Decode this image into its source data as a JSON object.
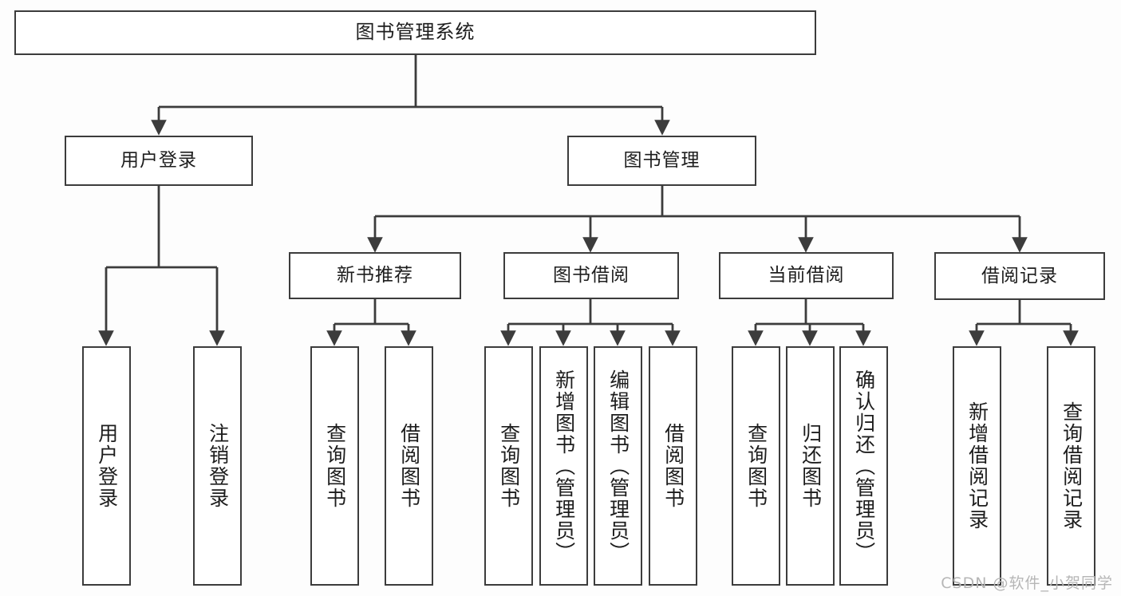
{
  "diagram": {
    "title": "图书管理系统",
    "type": "hierarchical-function-tree",
    "watermark": "CSDN @软件_小贺同学",
    "colors": {
      "stroke": "#3c3c3c",
      "fill": "#ffffff",
      "background": "#fdfdfd",
      "text": "#1d1d1d",
      "watermark": "#b6b6b6"
    }
  },
  "nodes": {
    "root": {
      "label": "图书管理系统"
    },
    "level2": [
      {
        "label": "用户登录"
      },
      {
        "label": "图书管理"
      }
    ],
    "level3": [
      {
        "label": "新书推荐"
      },
      {
        "label": "图书借阅"
      },
      {
        "label": "当前借阅"
      },
      {
        "label": "借阅记录"
      }
    ],
    "leaves": {
      "user_login": [
        {
          "label": "用户登录"
        },
        {
          "label": "注销登录"
        }
      ],
      "new_book": [
        {
          "label": "查询图书"
        },
        {
          "label": "借阅图书"
        }
      ],
      "book_borrow": [
        {
          "label": "查询图书"
        },
        {
          "label": "新增图书（管理员）"
        },
        {
          "label": "编辑图书（管理员）"
        },
        {
          "label": "借阅图书"
        }
      ],
      "current_borrow": [
        {
          "label": "查询图书"
        },
        {
          "label": "归还图书"
        },
        {
          "label": "确认归还（管理员）"
        }
      ],
      "borrow_record": [
        {
          "label": "新增借阅记录"
        },
        {
          "label": "查询借阅记录"
        }
      ]
    }
  }
}
